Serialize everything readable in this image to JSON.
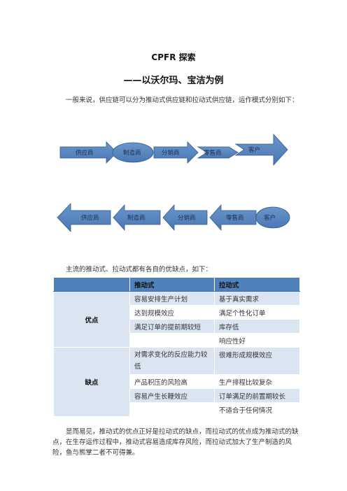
{
  "doc": {
    "title": "CPFR 探索",
    "subtitle": "——以沃尔玛、宝洁为例",
    "intro": "一般来说，供应链可以分为推动式供应链和拉动式供应链，运作模式分别如下：",
    "table_intro": "主流的推动式、拉动式都有各自的优缺点，如下：",
    "conclusion": "显而易见，推动式的优点正好是拉动式的缺点，而拉动式的优点成为推动式的缺点，在生存运作过程中，推动式容易造成库存风险，而拉动式加大了生产制造的风险，鱼与熊掌二者不可得兼。"
  },
  "push_flow": {
    "nodes": [
      "供应商",
      "制造商",
      "分销商",
      "零售商",
      "客户"
    ]
  },
  "pull_flow": {
    "nodes": [
      "供应商",
      "制造商",
      "分销商",
      "零售商",
      "客户"
    ]
  },
  "table": {
    "headers": [
      "",
      "推动式",
      "拉动式"
    ],
    "sections": [
      {
        "category": "优点",
        "rows": [
          [
            "容易安排生产计划",
            "基于真实需求"
          ],
          [
            "达到规模效应",
            "满足个性化订单"
          ],
          [
            "满足订单的提前期较短",
            "库存低"
          ],
          [
            "",
            "响应性好"
          ]
        ]
      },
      {
        "category": "缺点",
        "rows": [
          [
            "对需求变化的反应能力较低",
            "很难形成规模效应"
          ],
          [
            "产品积压的风险高",
            "生产排程比较复杂"
          ],
          [
            "容易产生长鞭效应",
            "订单满足的前置期较长"
          ],
          [
            "",
            "不适合于任何情况"
          ]
        ]
      }
    ]
  },
  "colors": {
    "shape_fill": "#4f81bd",
    "shape_stroke": "#2e5a8f",
    "header_fill": "#4f81bd",
    "band_fill": "#dbe5f1"
  }
}
